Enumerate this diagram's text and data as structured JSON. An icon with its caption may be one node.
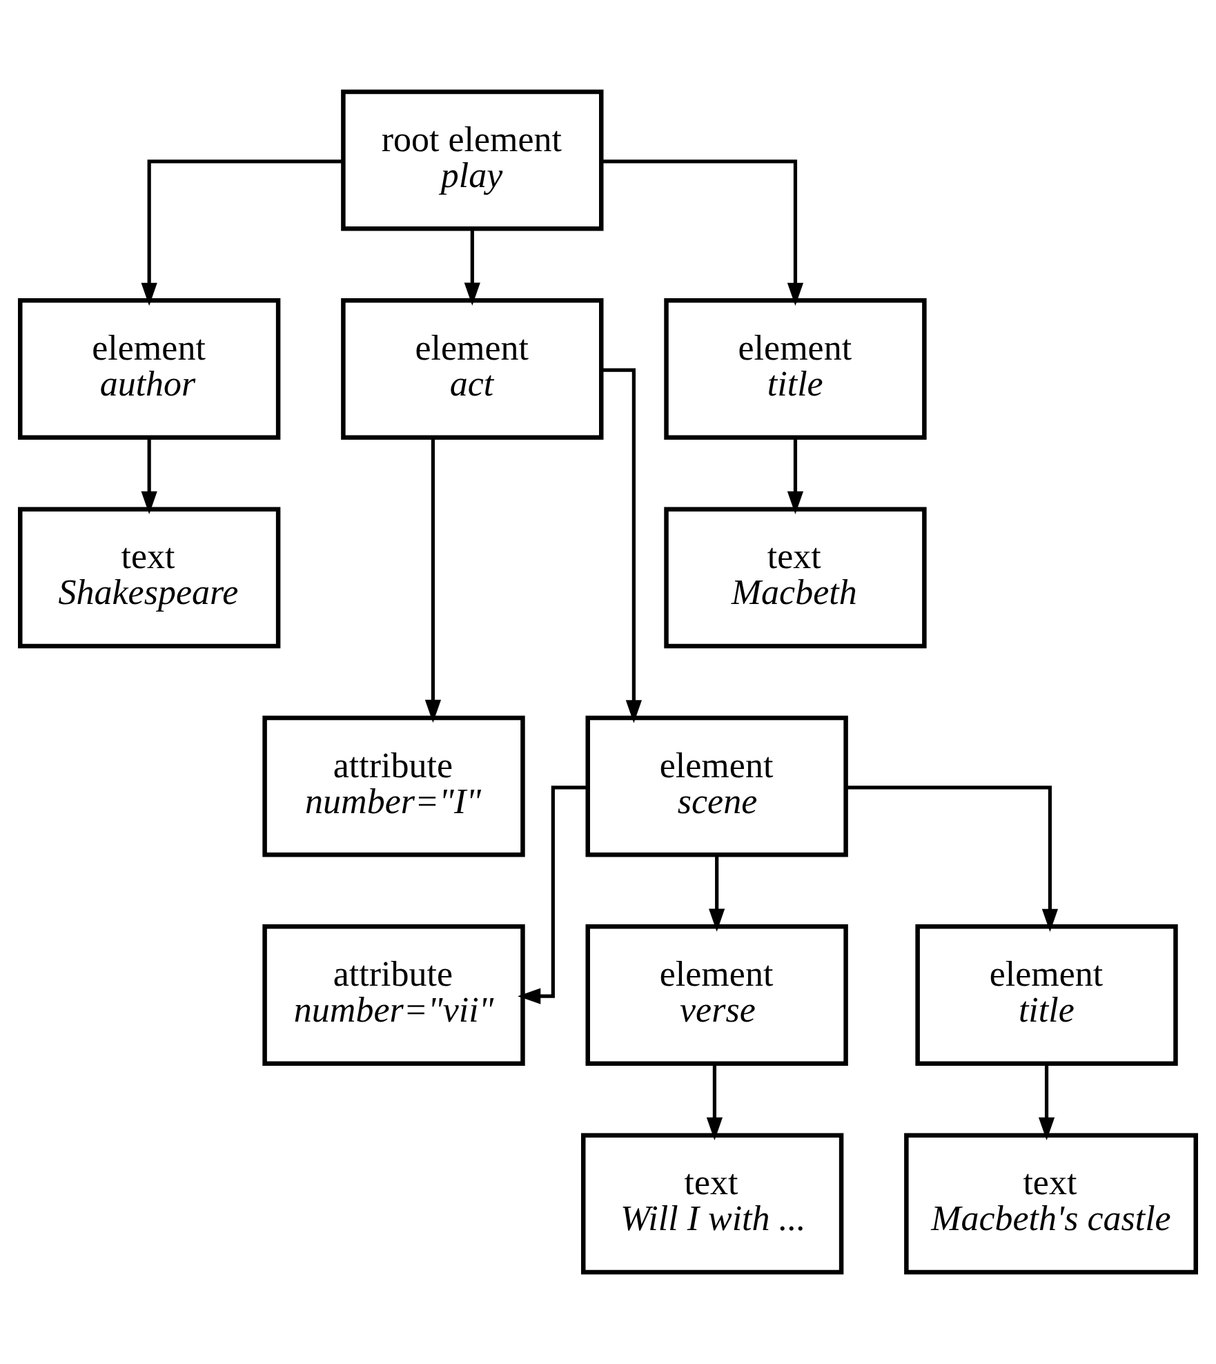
{
  "diagram": {
    "nodes": [
      {
        "text": [
          "root element",
          "play"
        ]
      },
      {
        "text": [
          "element",
          "author"
        ]
      },
      {
        "text": [
          "element",
          "act"
        ]
      },
      {
        "text": [
          "element",
          "title"
        ]
      },
      {
        "text": [
          "text",
          "Shakespeare"
        ]
      },
      {
        "text": [
          "text",
          "Macbeth"
        ]
      },
      {
        "text": [
          "attribute",
          "number=\"I\""
        ]
      },
      {
        "text": [
          "element",
          "scene"
        ]
      },
      {
        "text": [
          "attribute",
          "number=\"vii\""
        ]
      },
      {
        "text": [
          "element",
          "verse"
        ]
      },
      {
        "text": [
          "element",
          "title"
        ]
      },
      {
        "text": [
          "text",
          "Will I with ..."
        ]
      },
      {
        "text": [
          "text",
          "Macbeth's castle"
        ]
      }
    ],
    "edges": [
      {
        "from": 0,
        "to": 1,
        "arrow": "to"
      },
      {
        "from": 0,
        "to": 2,
        "arrow": "to"
      },
      {
        "from": 0,
        "to": 3,
        "arrow": "to"
      },
      {
        "from": 1,
        "to": 4,
        "arrow": "to"
      },
      {
        "from": 3,
        "to": 5,
        "arrow": "to"
      },
      {
        "from": 2,
        "to": 6,
        "arrow": "to"
      },
      {
        "from": 2,
        "to": 7,
        "arrow": "to"
      },
      {
        "from": 7,
        "to": 8,
        "arrow": "to"
      },
      {
        "from": 7,
        "to": 9,
        "arrow": "to"
      },
      {
        "from": 7,
        "to": 10,
        "arrow": "to"
      },
      {
        "from": 9,
        "to": 11,
        "arrow": "to"
      },
      {
        "from": 10,
        "to": 12,
        "arrow": "to"
      }
    ]
  }
}
